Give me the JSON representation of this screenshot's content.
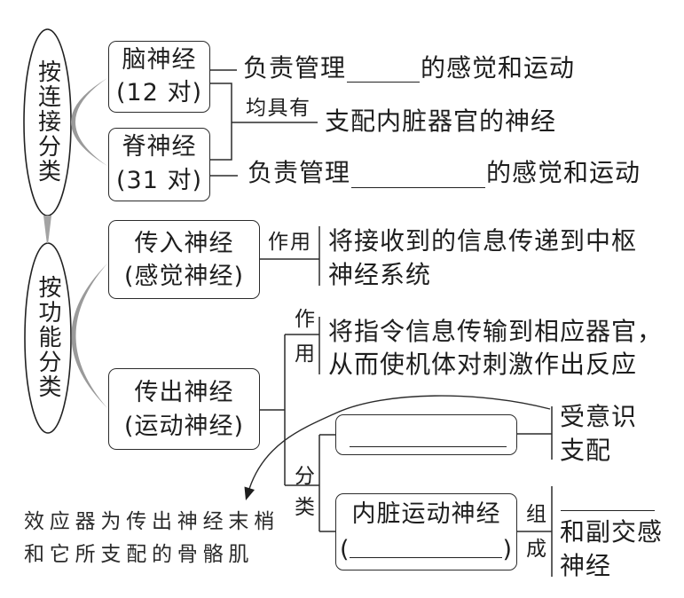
{
  "palette": {
    "ink": "#1e1e1e",
    "connector": "#9a9a9a",
    "background": "#ffffff"
  },
  "by_connection": {
    "label": "按连接分类",
    "cranial_nerves": {
      "name": "脑神经",
      "count": "(12 对)",
      "function": {
        "prefix": "负责管理",
        "blank": "",
        "suffix": "的感觉和运动"
      }
    },
    "spinal_nerves": {
      "name": "脊神经",
      "count": "(31 对)",
      "function": {
        "prefix": "负责管理",
        "blank": "",
        "suffix": "的感觉和运动"
      }
    },
    "common": {
      "label": "均具有",
      "text": "支配内脏器官的神经"
    }
  },
  "by_function": {
    "label": "按功能分类",
    "afferent": {
      "name": "传入神经",
      "alias": "(感觉神经)",
      "role_label": "作用",
      "role_lines": [
        "将接收到的信息传递到中枢",
        "神经系统"
      ]
    },
    "efferent": {
      "name": "传出神经",
      "alias": "(运动神经)",
      "role_label": "作用",
      "role_lines": [
        "将指令信息传输到相应器官，",
        "从而使机体对刺激作出反应"
      ],
      "classification_label": "分类",
      "somatic": {
        "blank": "",
        "description_lines": [
          "受意识",
          "支配"
        ]
      },
      "visceral": {
        "name": "内脏运动神经",
        "alias": {
          "open": "(",
          "blank": "",
          "close": ")"
        },
        "composition_label": "组成",
        "composition": {
          "blank": "",
          "lines": [
            "和副交感",
            "神经"
          ]
        }
      }
    }
  },
  "annotation": {
    "lines": [
      "效应器为传出神经末梢",
      "和它所支配的骨骼肌"
    ]
  }
}
